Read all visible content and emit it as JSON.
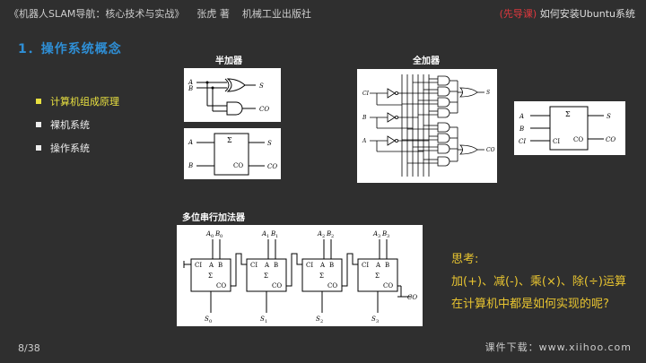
{
  "header": {
    "book_title": "《机器人SLAM导航：核心技术与实战》",
    "author": "张虎 著",
    "publisher": "机械工业出版社",
    "next_tag": "(先导课)",
    "next_title": "如何安装Ubuntu系统"
  },
  "section": {
    "title": "1．操作系统概念"
  },
  "bullets": [
    {
      "label": "计算机组成原理",
      "active": true
    },
    {
      "label": "裸机系统",
      "active": false
    },
    {
      "label": "操作系统",
      "active": false
    }
  ],
  "diagrams": {
    "half_adder_title": "半加器",
    "full_adder_title": "全加器",
    "serial_adder_title": "多位串行加法器",
    "half_gate": {
      "in_a": "A",
      "in_b": "B",
      "out_s": "S",
      "out_co": "CO"
    },
    "half_block": {
      "in_a": "A",
      "in_b": "B",
      "sigma": "Σ",
      "co": "CO",
      "out_s": "S",
      "out_co": "CO"
    },
    "full_gate": {
      "in_ci": "CI",
      "in_b": "B",
      "in_a": "A",
      "out_s": "S",
      "out_co": "CO"
    },
    "full_block": {
      "in_a": "A",
      "in_b": "B",
      "in_ci": "CI",
      "sigma": "Σ",
      "ci": "CI",
      "co": "CO",
      "out_s": "S",
      "out_co": "CO"
    },
    "serial": {
      "cells": [
        {
          "a": "A",
          "a_sub": "0",
          "b": "B",
          "b_sub": "0",
          "s": "S",
          "s_sub": "0"
        },
        {
          "a": "A",
          "a_sub": "1",
          "b": "B",
          "b_sub": "1",
          "s": "S",
          "s_sub": "1"
        },
        {
          "a": "A",
          "a_sub": "2",
          "b": "B",
          "b_sub": "2",
          "s": "S",
          "s_sub": "2"
        },
        {
          "a": "A",
          "a_sub": "3",
          "b": "B",
          "b_sub": "3",
          "s": "S",
          "s_sub": "3"
        }
      ],
      "cell_ci": "CI",
      "cell_a": "A",
      "cell_b": "B",
      "cell_sigma": "Σ",
      "cell_co": "CO",
      "out_co": "CO"
    }
  },
  "think": {
    "title": "思考:",
    "line1": "加(+)、减(-)、乘(×)、除(÷)运算",
    "line2": "在计算机中都是如何实现的呢?"
  },
  "footer": {
    "page": "8/38",
    "download": "课件下载：www.xiihoo.com"
  }
}
